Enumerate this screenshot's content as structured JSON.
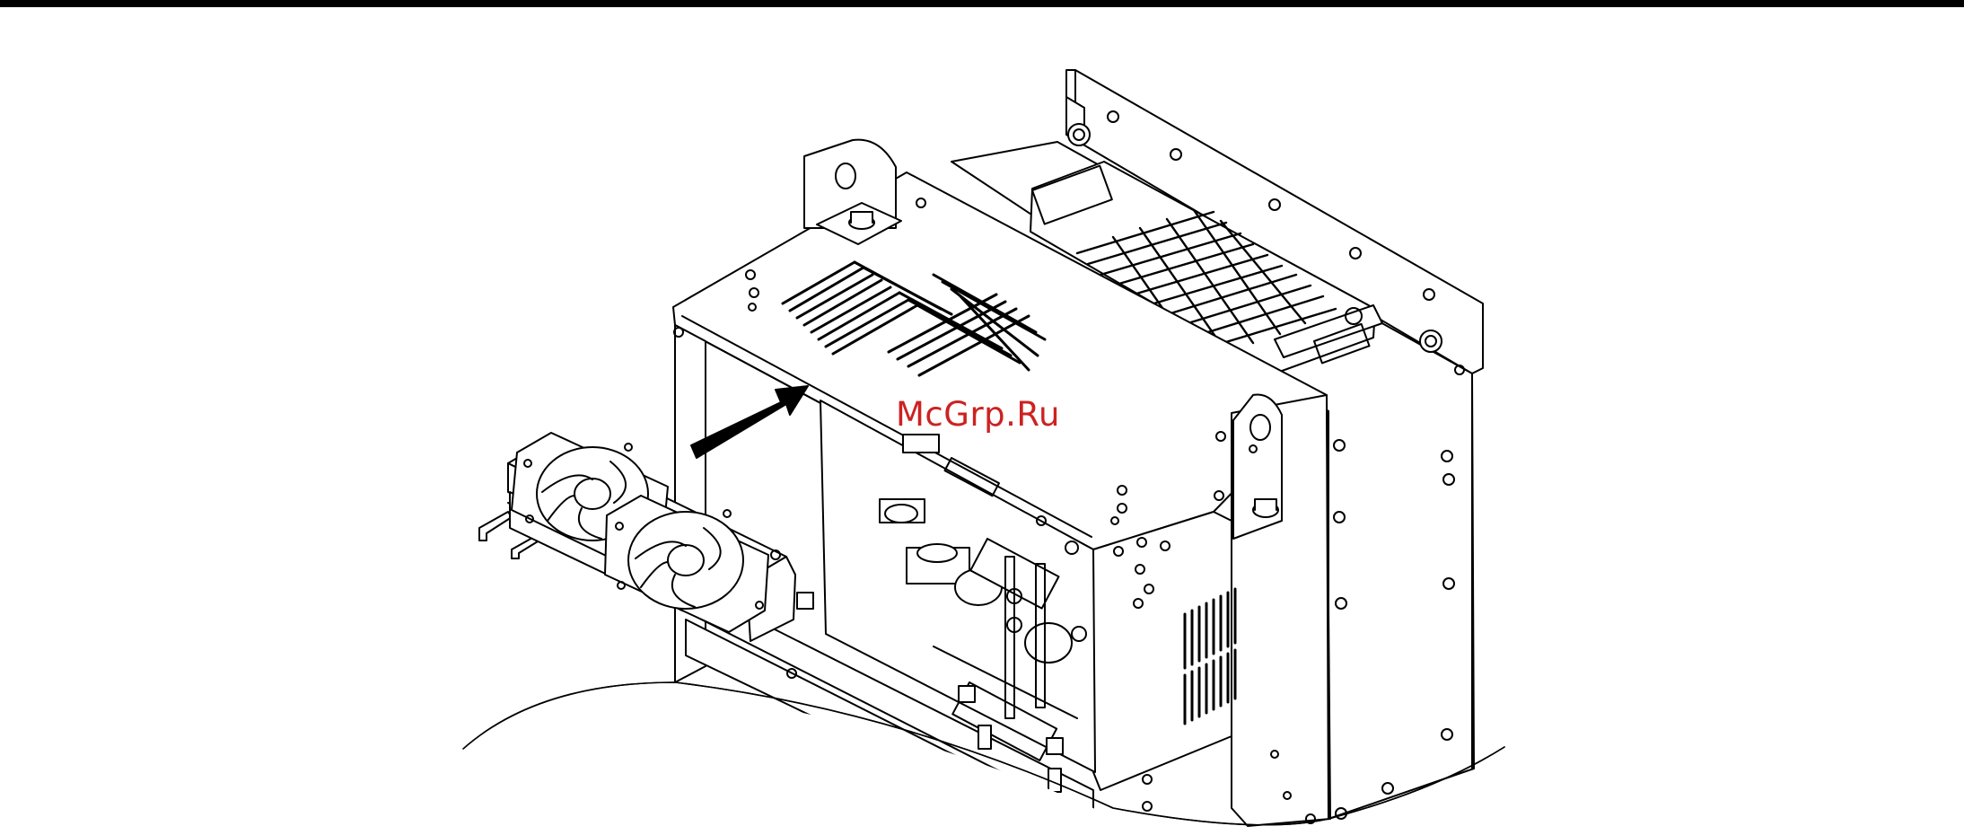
{
  "watermark": {
    "text": "McGrp.Ru",
    "color": "#cc2222"
  },
  "colors": {
    "line": "#000000",
    "background": "#ffffff",
    "top_rule": "#000000"
  },
  "parts": {
    "arrow": "insertion-arrow",
    "fan_tray": "cooling-fan-tray",
    "fans": [
      "cooling-fan-left",
      "cooling-fan-right"
    ],
    "chassis": "drive-chassis",
    "top_vents": "top-cover-vent-slots",
    "rear_grille": "rear-heatsink-grille",
    "side_vents": "side-vent-slots",
    "lifting_lugs": [
      "lifting-lug-front",
      "lifting-lug-rear"
    ]
  }
}
